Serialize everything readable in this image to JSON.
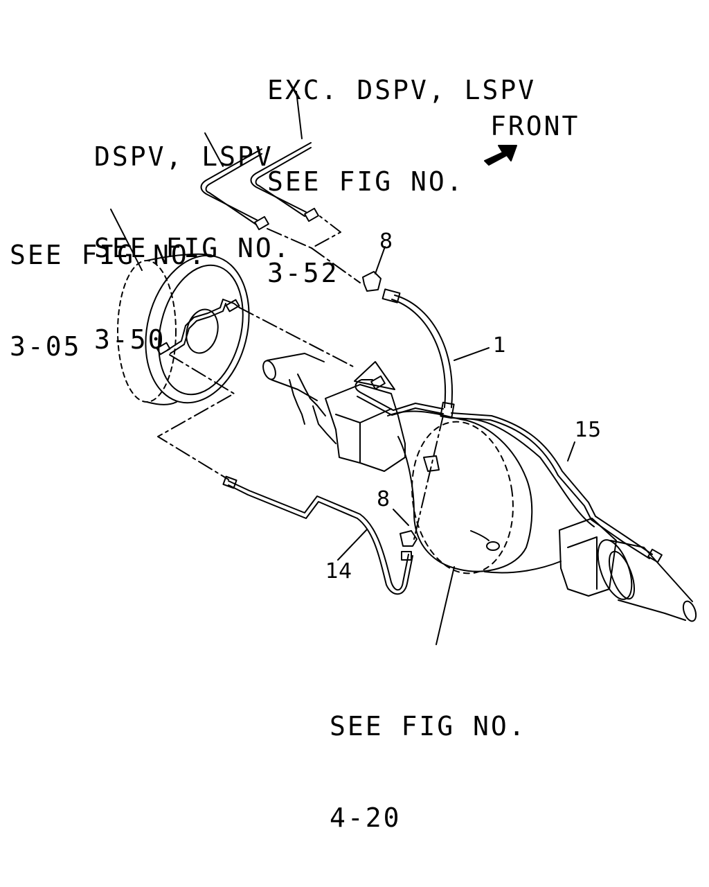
{
  "refs": {
    "exc_dspv": {
      "line1": "EXC. DSPV, LSPV",
      "line2": "SEE FIG NO.",
      "line3": "3-52"
    },
    "dspv": {
      "line1": "DSPV, LSPV",
      "line2": "SEE FIG NO.",
      "line3": "3-50"
    },
    "drum": {
      "line1": "SEE FIG NO.",
      "line2": "3-05"
    },
    "axle": {
      "line1": "SEE FIG NO.",
      "line2": "4-20"
    }
  },
  "front_label": "FRONT",
  "callouts": {
    "hose": "1",
    "clip_upper": "8",
    "clip_lower": "8",
    "pipe_right": "15",
    "pipe_left": "14"
  },
  "colors": {
    "ink": "#000000",
    "paper": "#ffffff"
  }
}
